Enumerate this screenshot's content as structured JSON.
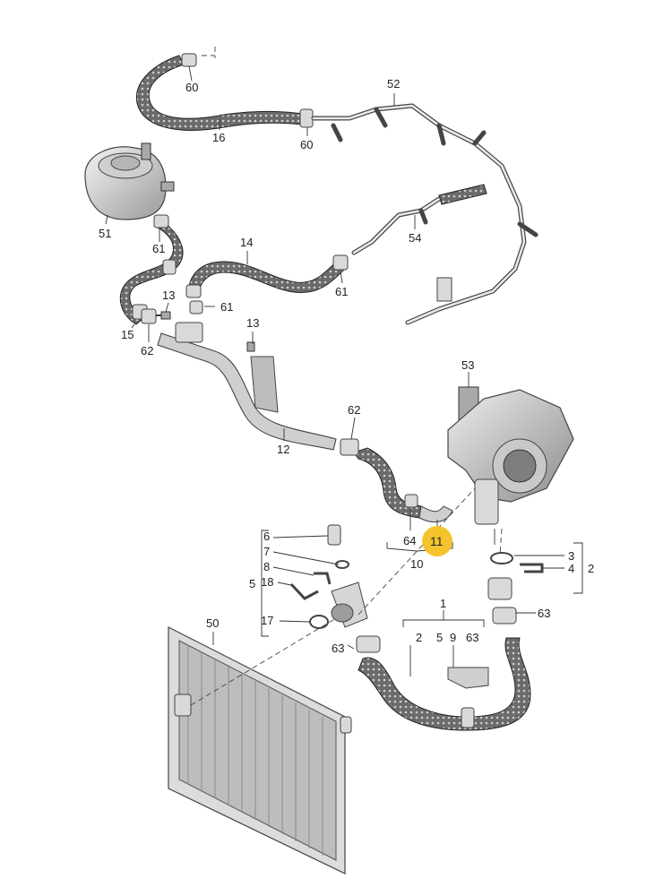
{
  "labels": {
    "l60a": "60",
    "l16": "16",
    "l60b": "60",
    "l52": "52",
    "l51": "51",
    "l61a": "61",
    "l14": "14",
    "l54": "54",
    "l61b": "61",
    "l13a": "13",
    "l61c": "61",
    "l15": "15",
    "l62a": "62",
    "l13b": "13",
    "l53": "53",
    "l62b": "62",
    "l12": "12",
    "l64": "64",
    "l11": "11",
    "l10": "10",
    "l6": "6",
    "l7": "7",
    "l8": "8",
    "l18": "18",
    "l5a": "5",
    "l17": "17",
    "l63a": "63",
    "l3": "3",
    "l4": "4",
    "l2a": "2",
    "l63b": "63",
    "l50": "50",
    "l1": "1",
    "l2b": "2",
    "l5b": "5",
    "l9": "9",
    "l63c": "63"
  },
  "highlight_color": "#f5c32c"
}
